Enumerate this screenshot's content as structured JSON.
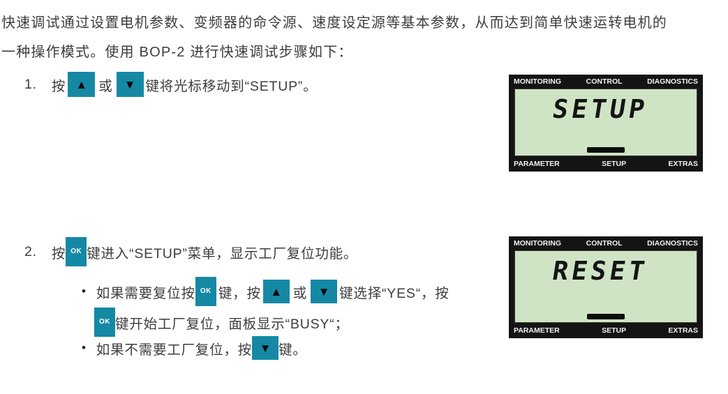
{
  "colors": {
    "key_teal": "#1589a4",
    "lcd_green": "#cfe4c5",
    "panel_black": "#141414",
    "text": "#3d3d3d"
  },
  "intro": {
    "line1": "快速调试通过设置电机参数、变频器的命令源、速度设定源等基本参数，从而达到简单快速运转电机的",
    "line2": "一种操作模式。使用 BOP-2 进行快速调试步骤如下："
  },
  "keys": {
    "up_glyph": "▲",
    "down_glyph": "▼",
    "ok_label": "OK"
  },
  "steps": [
    {
      "number": "1.",
      "pre": "按",
      "conj": "或",
      "post": "键将光标移动到“SETUP”。"
    },
    {
      "number": "2.",
      "pre": "按",
      "post": "键进入“SETUP”菜单，显示工厂复位功能。"
    }
  ],
  "bullets": [
    {
      "marker": "•",
      "seg1": "如果需要复位按",
      "seg2": "键，按",
      "conj": "或",
      "seg3": "键选择“YES“，按",
      "seg4": "键开始工厂复位，面板显示“BUSY“；"
    },
    {
      "marker": "•",
      "seg1": "如果不需要工厂复位，按",
      "seg2": "键。"
    }
  ],
  "panels": [
    {
      "top_labels": [
        "MONITORING",
        "CONTROL",
        "DIAGNOSTICS"
      ],
      "lcd_text": "SETUP",
      "bottom_labels": [
        "PARAMETER",
        "SETUP",
        "EXTRAS"
      ]
    },
    {
      "top_labels": [
        "MONITORING",
        "CONTROL",
        "DIAGNOSTICS"
      ],
      "lcd_text": "RESET",
      "bottom_labels": [
        "PARAMETER",
        "SETUP",
        "EXTRAS"
      ]
    }
  ]
}
